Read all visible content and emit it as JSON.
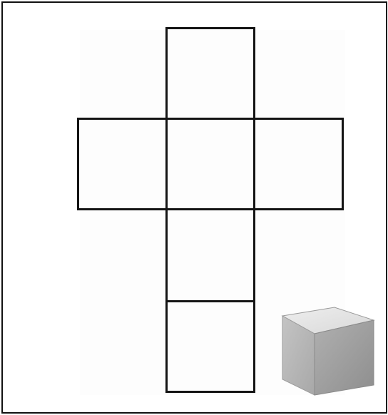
{
  "figure": {
    "type": "cube-net",
    "faces": [
      {
        "id": "top"
      },
      {
        "id": "left"
      },
      {
        "id": "center"
      },
      {
        "id": "right"
      },
      {
        "id": "lower"
      },
      {
        "id": "bottom"
      }
    ],
    "cube_colors": {
      "top": "#e6e6e6",
      "front": "#b8b8b8",
      "side": "#a0a0a0",
      "edge": "#8c8c8c"
    },
    "line_color": "#141414"
  }
}
